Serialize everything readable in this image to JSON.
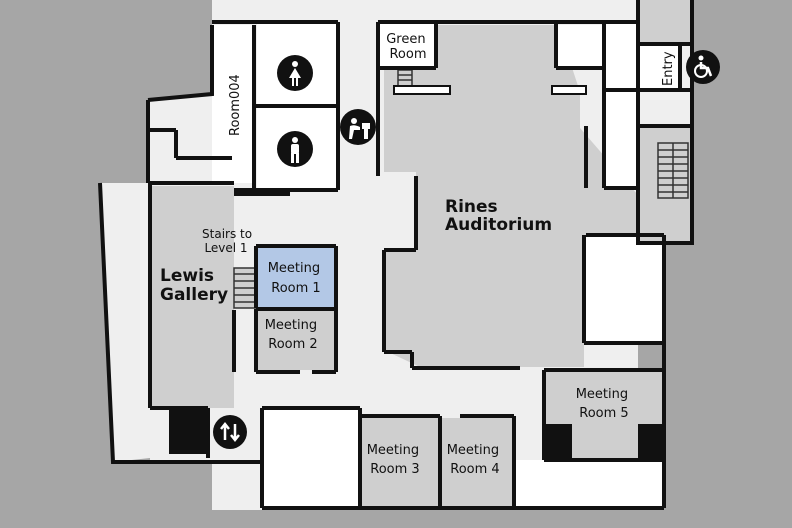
{
  "map": {
    "colors": {
      "outside": "#a6a6a6",
      "corridor": "#efefef",
      "room": "#ffffff",
      "hall": "#cfcfcf",
      "highlight": "#b3c8e6",
      "wall": "#111111"
    },
    "rooms": {
      "green_room": [
        "Green",
        "Room"
      ],
      "room004": "Room004",
      "entry": "Entry",
      "auditorium": [
        "Rines",
        "Auditorium"
      ],
      "stairs_to_level1": [
        "Stairs to",
        "Level 1"
      ],
      "lewis_gallery": [
        "Lewis",
        "Gallery"
      ],
      "meeting_room_1": [
        "Meeting",
        "Room 1"
      ],
      "meeting_room_2": [
        "Meeting",
        "Room 2"
      ],
      "meeting_room_3": [
        "Meeting",
        "Room 3"
      ],
      "meeting_room_4": [
        "Meeting",
        "Room 4"
      ],
      "meeting_room_5": [
        "Meeting",
        "Room 5"
      ]
    },
    "selected_room": "Meeting Room 1",
    "icons": [
      "womens-restroom-icon",
      "mens-restroom-icon",
      "water-fountain-icon",
      "accessible-icon",
      "elevator-icon",
      "stairs-icon"
    ]
  }
}
